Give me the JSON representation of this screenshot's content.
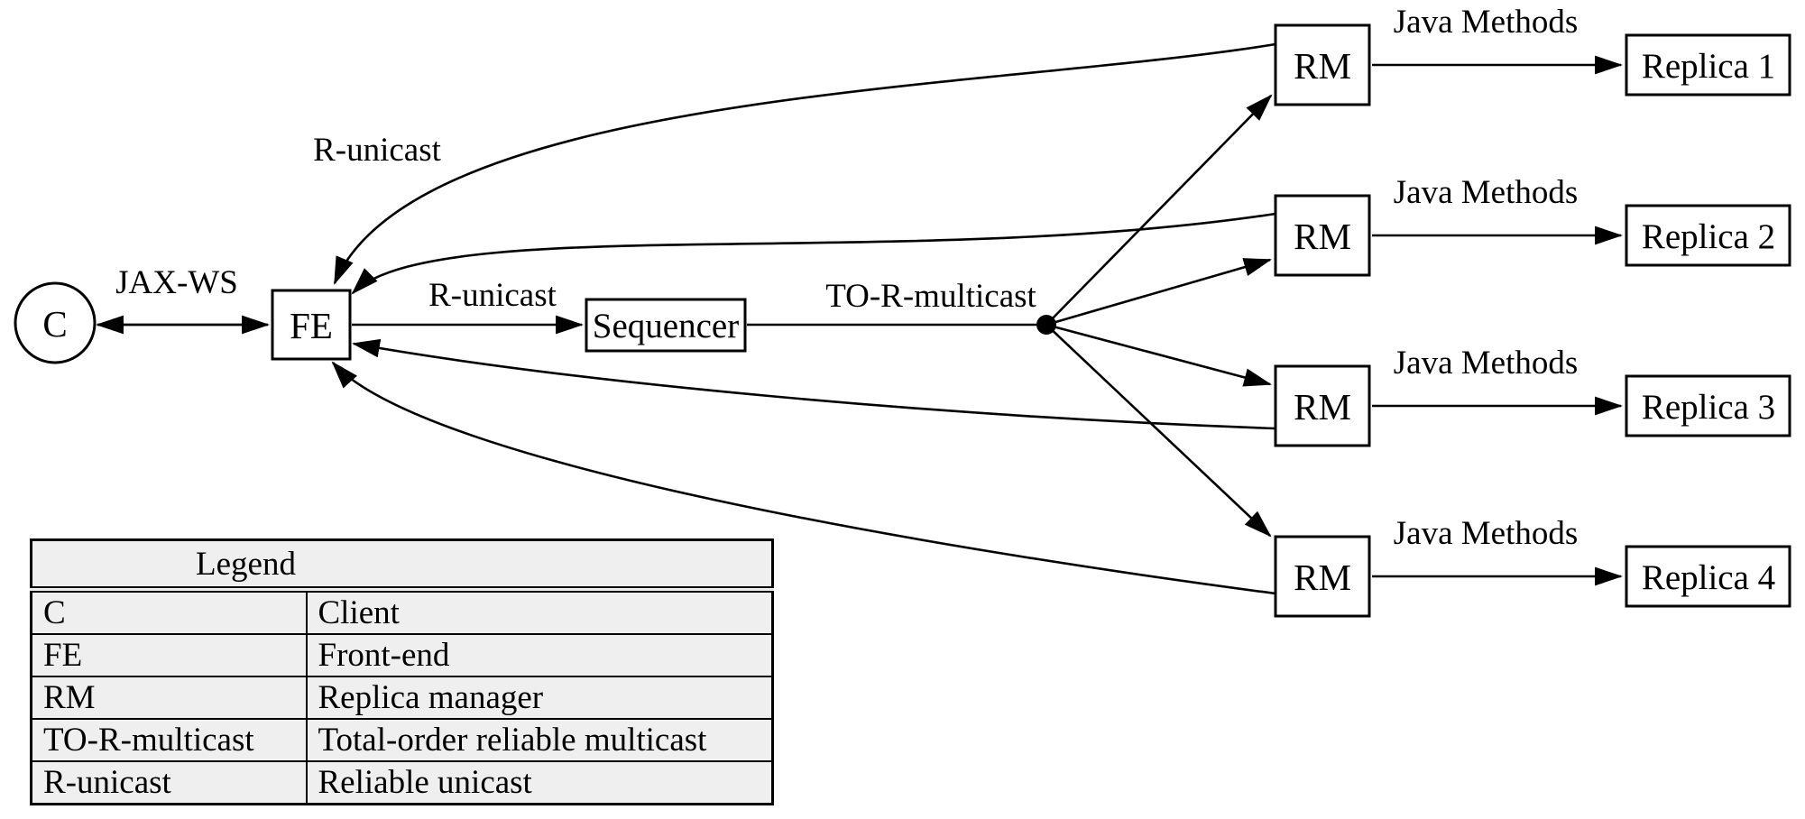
{
  "diagram": {
    "client": {
      "label": "C"
    },
    "fe": {
      "label": "FE"
    },
    "sequencer": {
      "label": "Sequencer"
    },
    "edge_client_fe": {
      "label": "JAX-WS"
    },
    "edge_fe_sequencer": {
      "label": "R-unicast"
    },
    "edge_sequencer_multicast": {
      "label": "TO-R-multicast"
    },
    "edge_rm_fe_return": {
      "label": "R-unicast"
    },
    "rows": [
      {
        "rm_label": "RM",
        "edge_label": "Java Methods",
        "replica_label": "Replica 1"
      },
      {
        "rm_label": "RM",
        "edge_label": "Java Methods",
        "replica_label": "Replica 2"
      },
      {
        "rm_label": "RM",
        "edge_label": "Java Methods",
        "replica_label": "Replica 3"
      },
      {
        "rm_label": "RM",
        "edge_label": "Java Methods",
        "replica_label": "Replica 4"
      }
    ]
  },
  "legend": {
    "title": "Legend",
    "rows": [
      {
        "key": "C",
        "value": "Client"
      },
      {
        "key": "FE",
        "value": "Front-end"
      },
      {
        "key": "RM",
        "value": "Replica manager"
      },
      {
        "key": "TO-R-multicast",
        "value": "Total-order reliable multicast"
      },
      {
        "key": "R-unicast",
        "value": "Reliable unicast"
      }
    ]
  },
  "colors": {
    "stroke": "#000000",
    "background": "#ffffff",
    "legend_background": "#efefef"
  }
}
